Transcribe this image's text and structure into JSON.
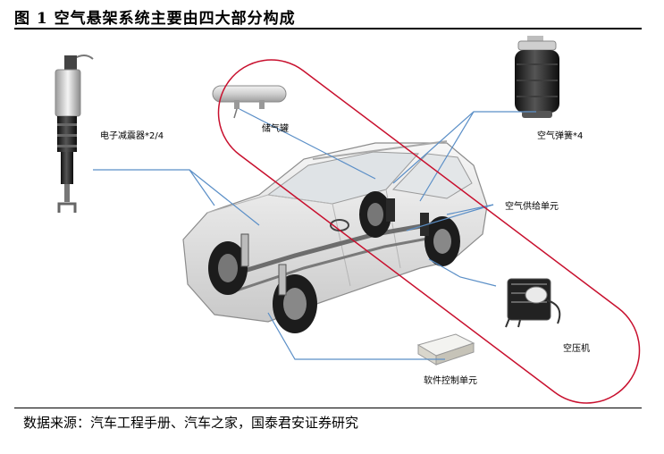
{
  "figure": {
    "title": "图 1 空气悬架系统主要由四大部分构成",
    "source": "数据来源：汽车工程手册、汽车之家，国泰君安证券研究"
  },
  "labels": {
    "shock_absorber": "电子减震器*2/4",
    "reservoir": "储气罐",
    "air_spring": "空气弹簧*4",
    "air_supply": "空气供给单元",
    "compressor": "空压机",
    "control_unit": "软件控制单元"
  },
  "colors": {
    "highlight_outline": "#c8102e",
    "leader_line": "#5b8fc7"
  }
}
